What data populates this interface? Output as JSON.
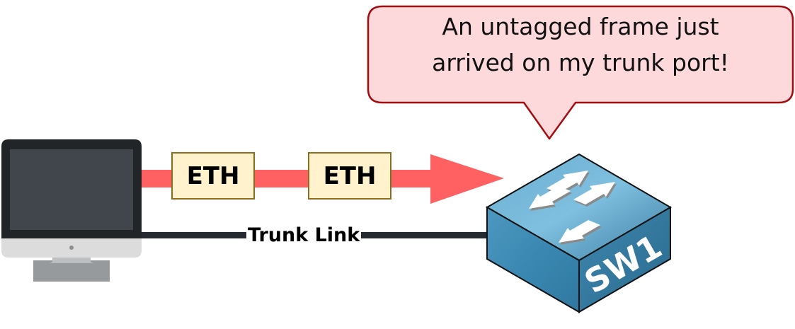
{
  "speech_bubble": {
    "lines": [
      "An untagged frame just",
      "arrived on my trunk port!"
    ],
    "fill_color": "#fdd9dc",
    "border_color": "#a00e10"
  },
  "frames": [
    {
      "label": "ETH"
    },
    {
      "label": "ETH"
    }
  ],
  "frame_flow": {
    "direction": "computer-to-switch",
    "color": "#ff6163"
  },
  "trunk_link": {
    "label": "Trunk Link",
    "color": "#252a31"
  },
  "computer": {
    "icon": "desktop-computer-icon"
  },
  "switch": {
    "label": "SW1",
    "icon": "network-switch-icon",
    "color": "#3f8cb4"
  }
}
